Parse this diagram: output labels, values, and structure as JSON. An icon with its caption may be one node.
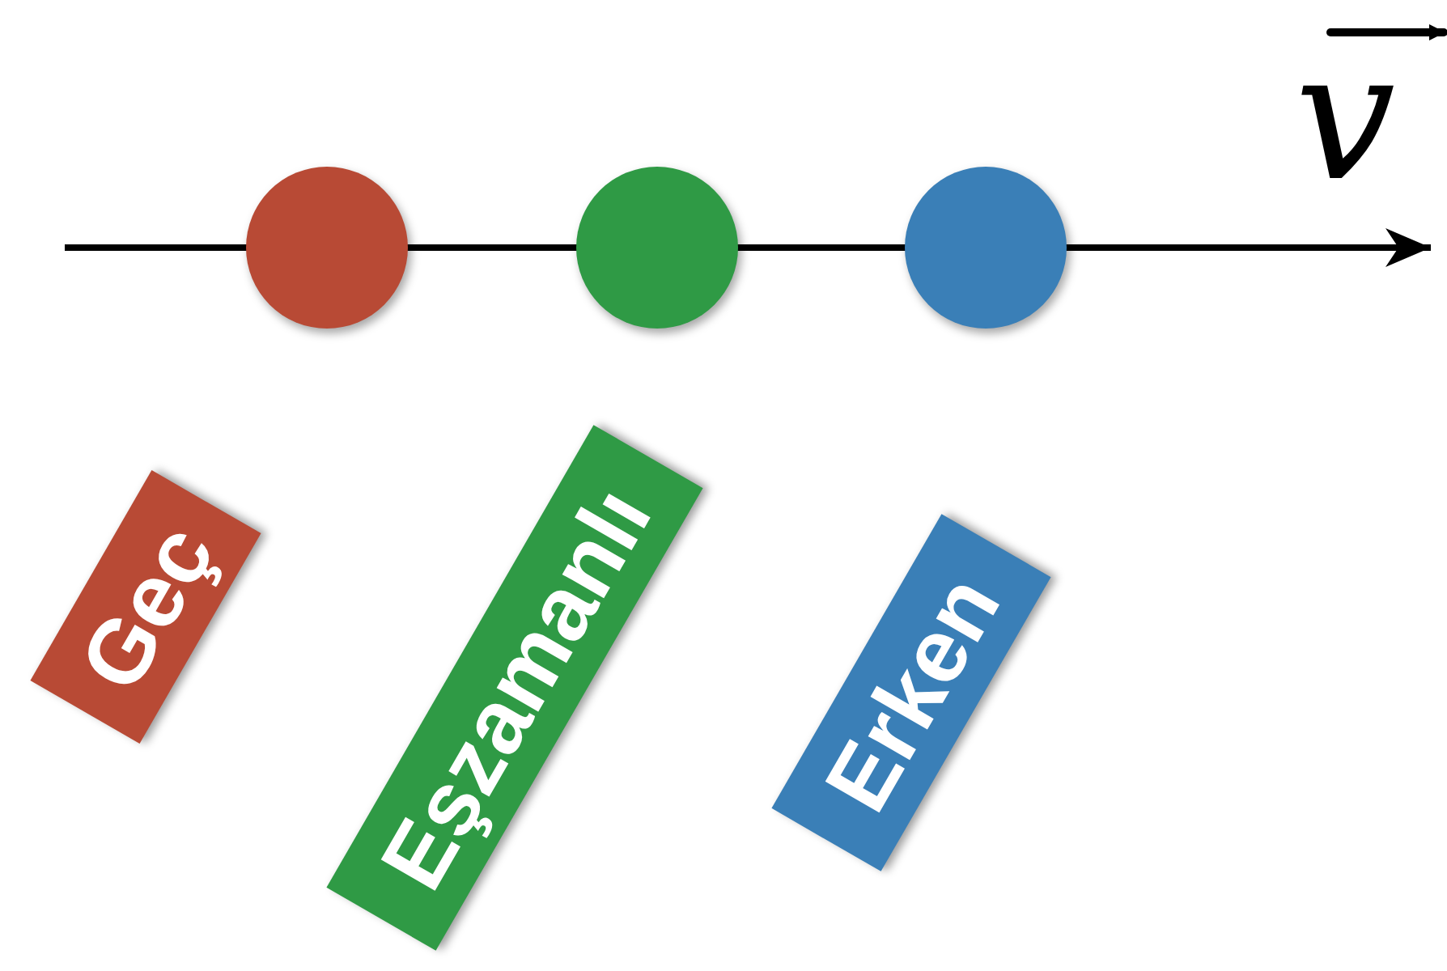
{
  "diagram": {
    "nodes": [
      {
        "text": [],
        "shape": "circle"
      },
      {
        "text": [],
        "shape": "circle"
      },
      {
        "text": [],
        "shape": "circle"
      },
      {
        "text": [
          "Geç"
        ]
      },
      {
        "text": [
          "Eşzamanlı"
        ]
      },
      {
        "text": [
          "Erken"
        ]
      }
    ],
    "labels": [
      "v"
    ]
  }
}
